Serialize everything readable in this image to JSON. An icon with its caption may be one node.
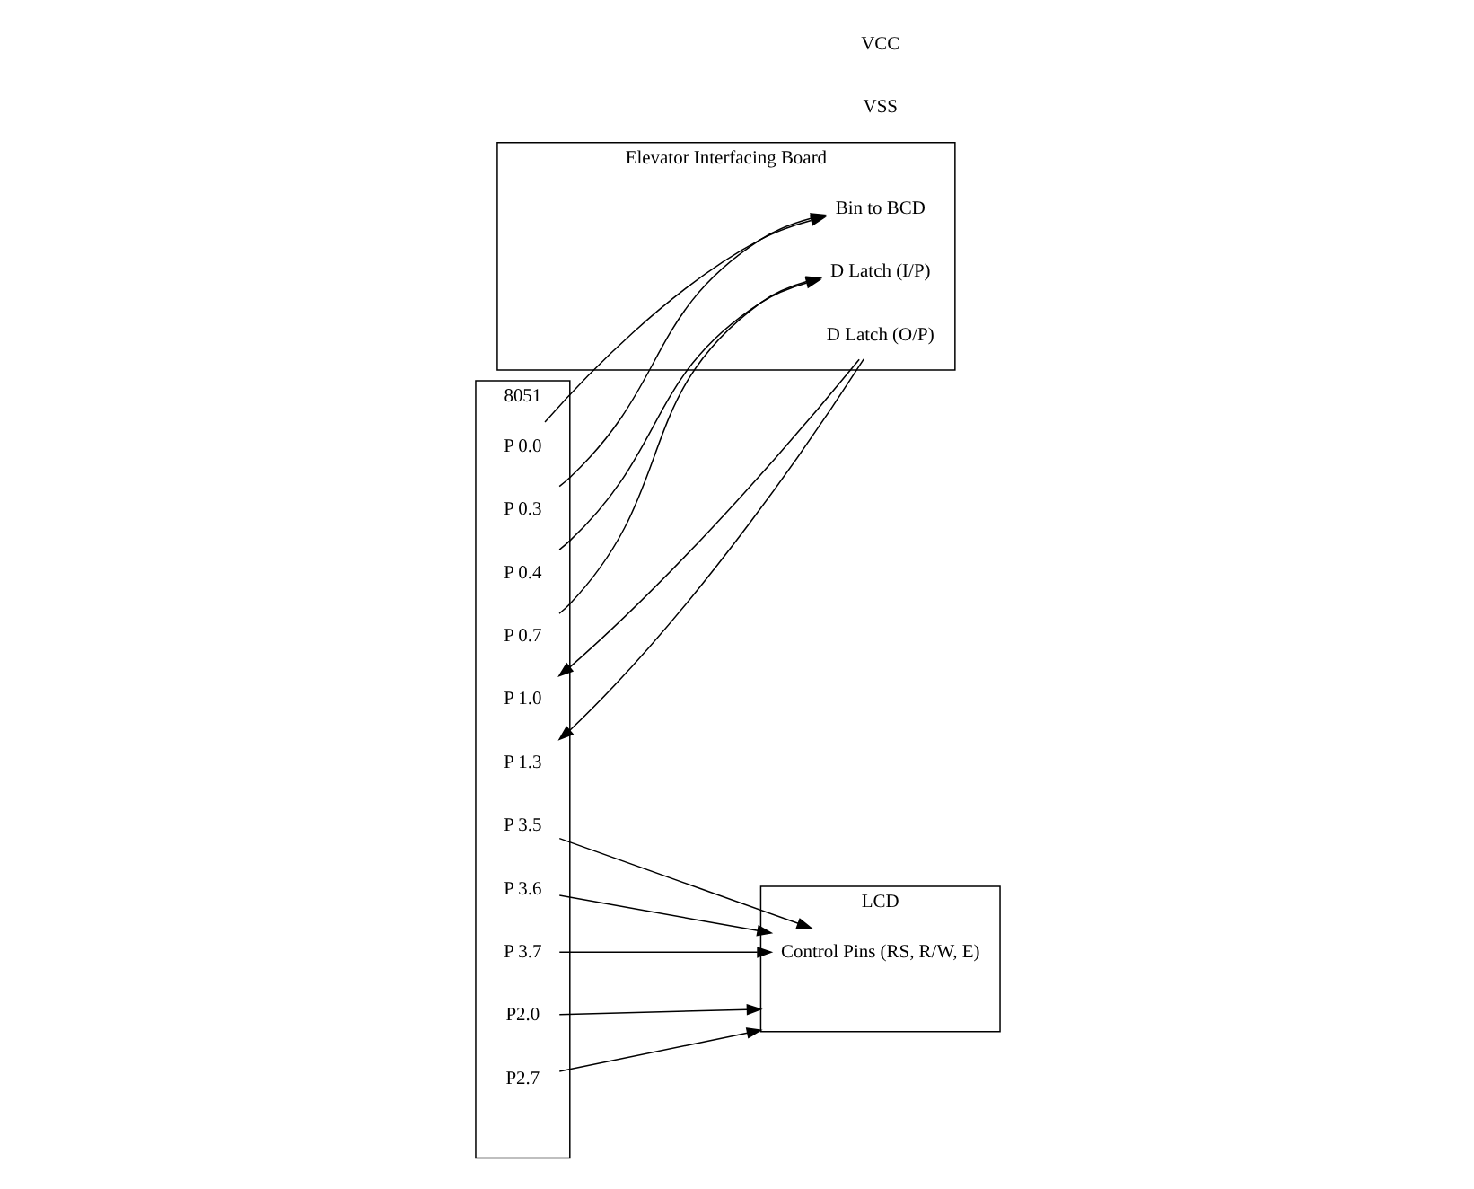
{
  "diagram": {
    "nodes": [
      {
        "text": [
          "8051"
        ]
      },
      {
        "text": [
          "P 0.0"
        ],
        "in": 0
      },
      {
        "text": [
          "P 0.3"
        ],
        "in": 0
      },
      {
        "text": [
          "P 0.4"
        ],
        "in": 0
      },
      {
        "text": [
          "P 0.7"
        ],
        "in": 0
      },
      {
        "text": [
          "P 1.0"
        ],
        "in": 0
      },
      {
        "text": [
          "P 1.3"
        ],
        "in": 0
      },
      {
        "text": [
          "P 3.5"
        ],
        "in": 0
      },
      {
        "text": [
          "P 3.6"
        ],
        "in": 0
      },
      {
        "text": [
          "P 3.7"
        ],
        "in": 0
      },
      {
        "text": [
          "P2.0"
        ],
        "in": 0
      },
      {
        "text": [
          "P2.7"
        ],
        "in": 0
      },
      {
        "text": [
          "Elevator Interfacing Board"
        ]
      },
      {
        "text": [
          "Bin to BCD"
        ],
        "in": 12
      },
      {
        "text": [
          "D Latch (I/P)"
        ],
        "in": 12
      },
      {
        "text": [
          "D Latch (O/P)"
        ],
        "in": 12
      },
      {
        "text": [
          "LCD"
        ]
      },
      {
        "text": [
          "Control Pins (RS, R/W, E)"
        ],
        "in": 16
      }
    ],
    "edges": [
      {
        "from": 1,
        "to": 13,
        "arrow": "to"
      },
      {
        "from": 2,
        "to": 13,
        "arrow": "to"
      },
      {
        "from": 3,
        "to": 14,
        "arrow": "to"
      },
      {
        "from": 4,
        "to": 14,
        "arrow": "to"
      },
      {
        "from": 15,
        "to": 5,
        "arrow": "to"
      },
      {
        "from": 15,
        "to": 6,
        "arrow": "to"
      },
      {
        "from": 7,
        "to": 17,
        "arrow": "to"
      },
      {
        "from": 8,
        "to": 17,
        "arrow": "to"
      },
      {
        "from": 9,
        "to": 17,
        "arrow": "to"
      },
      {
        "from": 10,
        "to": 16,
        "arrow": "to"
      },
      {
        "from": 11,
        "to": 16,
        "arrow": "to"
      }
    ],
    "labels": [
      "VSS",
      "VCC"
    ]
  }
}
